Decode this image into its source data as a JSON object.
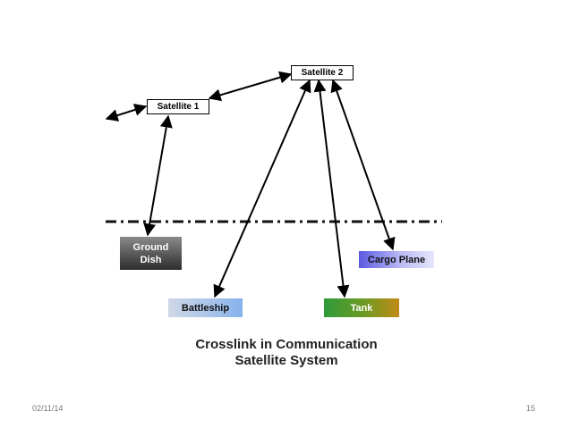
{
  "diagram": {
    "nodes": {
      "satellite1": "Satellite 1",
      "satellite2": "Satellite 2",
      "ground_dish": "Ground\nDish",
      "cargo_plane": "Cargo Plane",
      "battleship": "Battleship",
      "tank": "Tank"
    },
    "caption": "Crosslink in Communication\nSatellite System"
  },
  "footer": {
    "date": "02/11/14",
    "page": "15"
  }
}
